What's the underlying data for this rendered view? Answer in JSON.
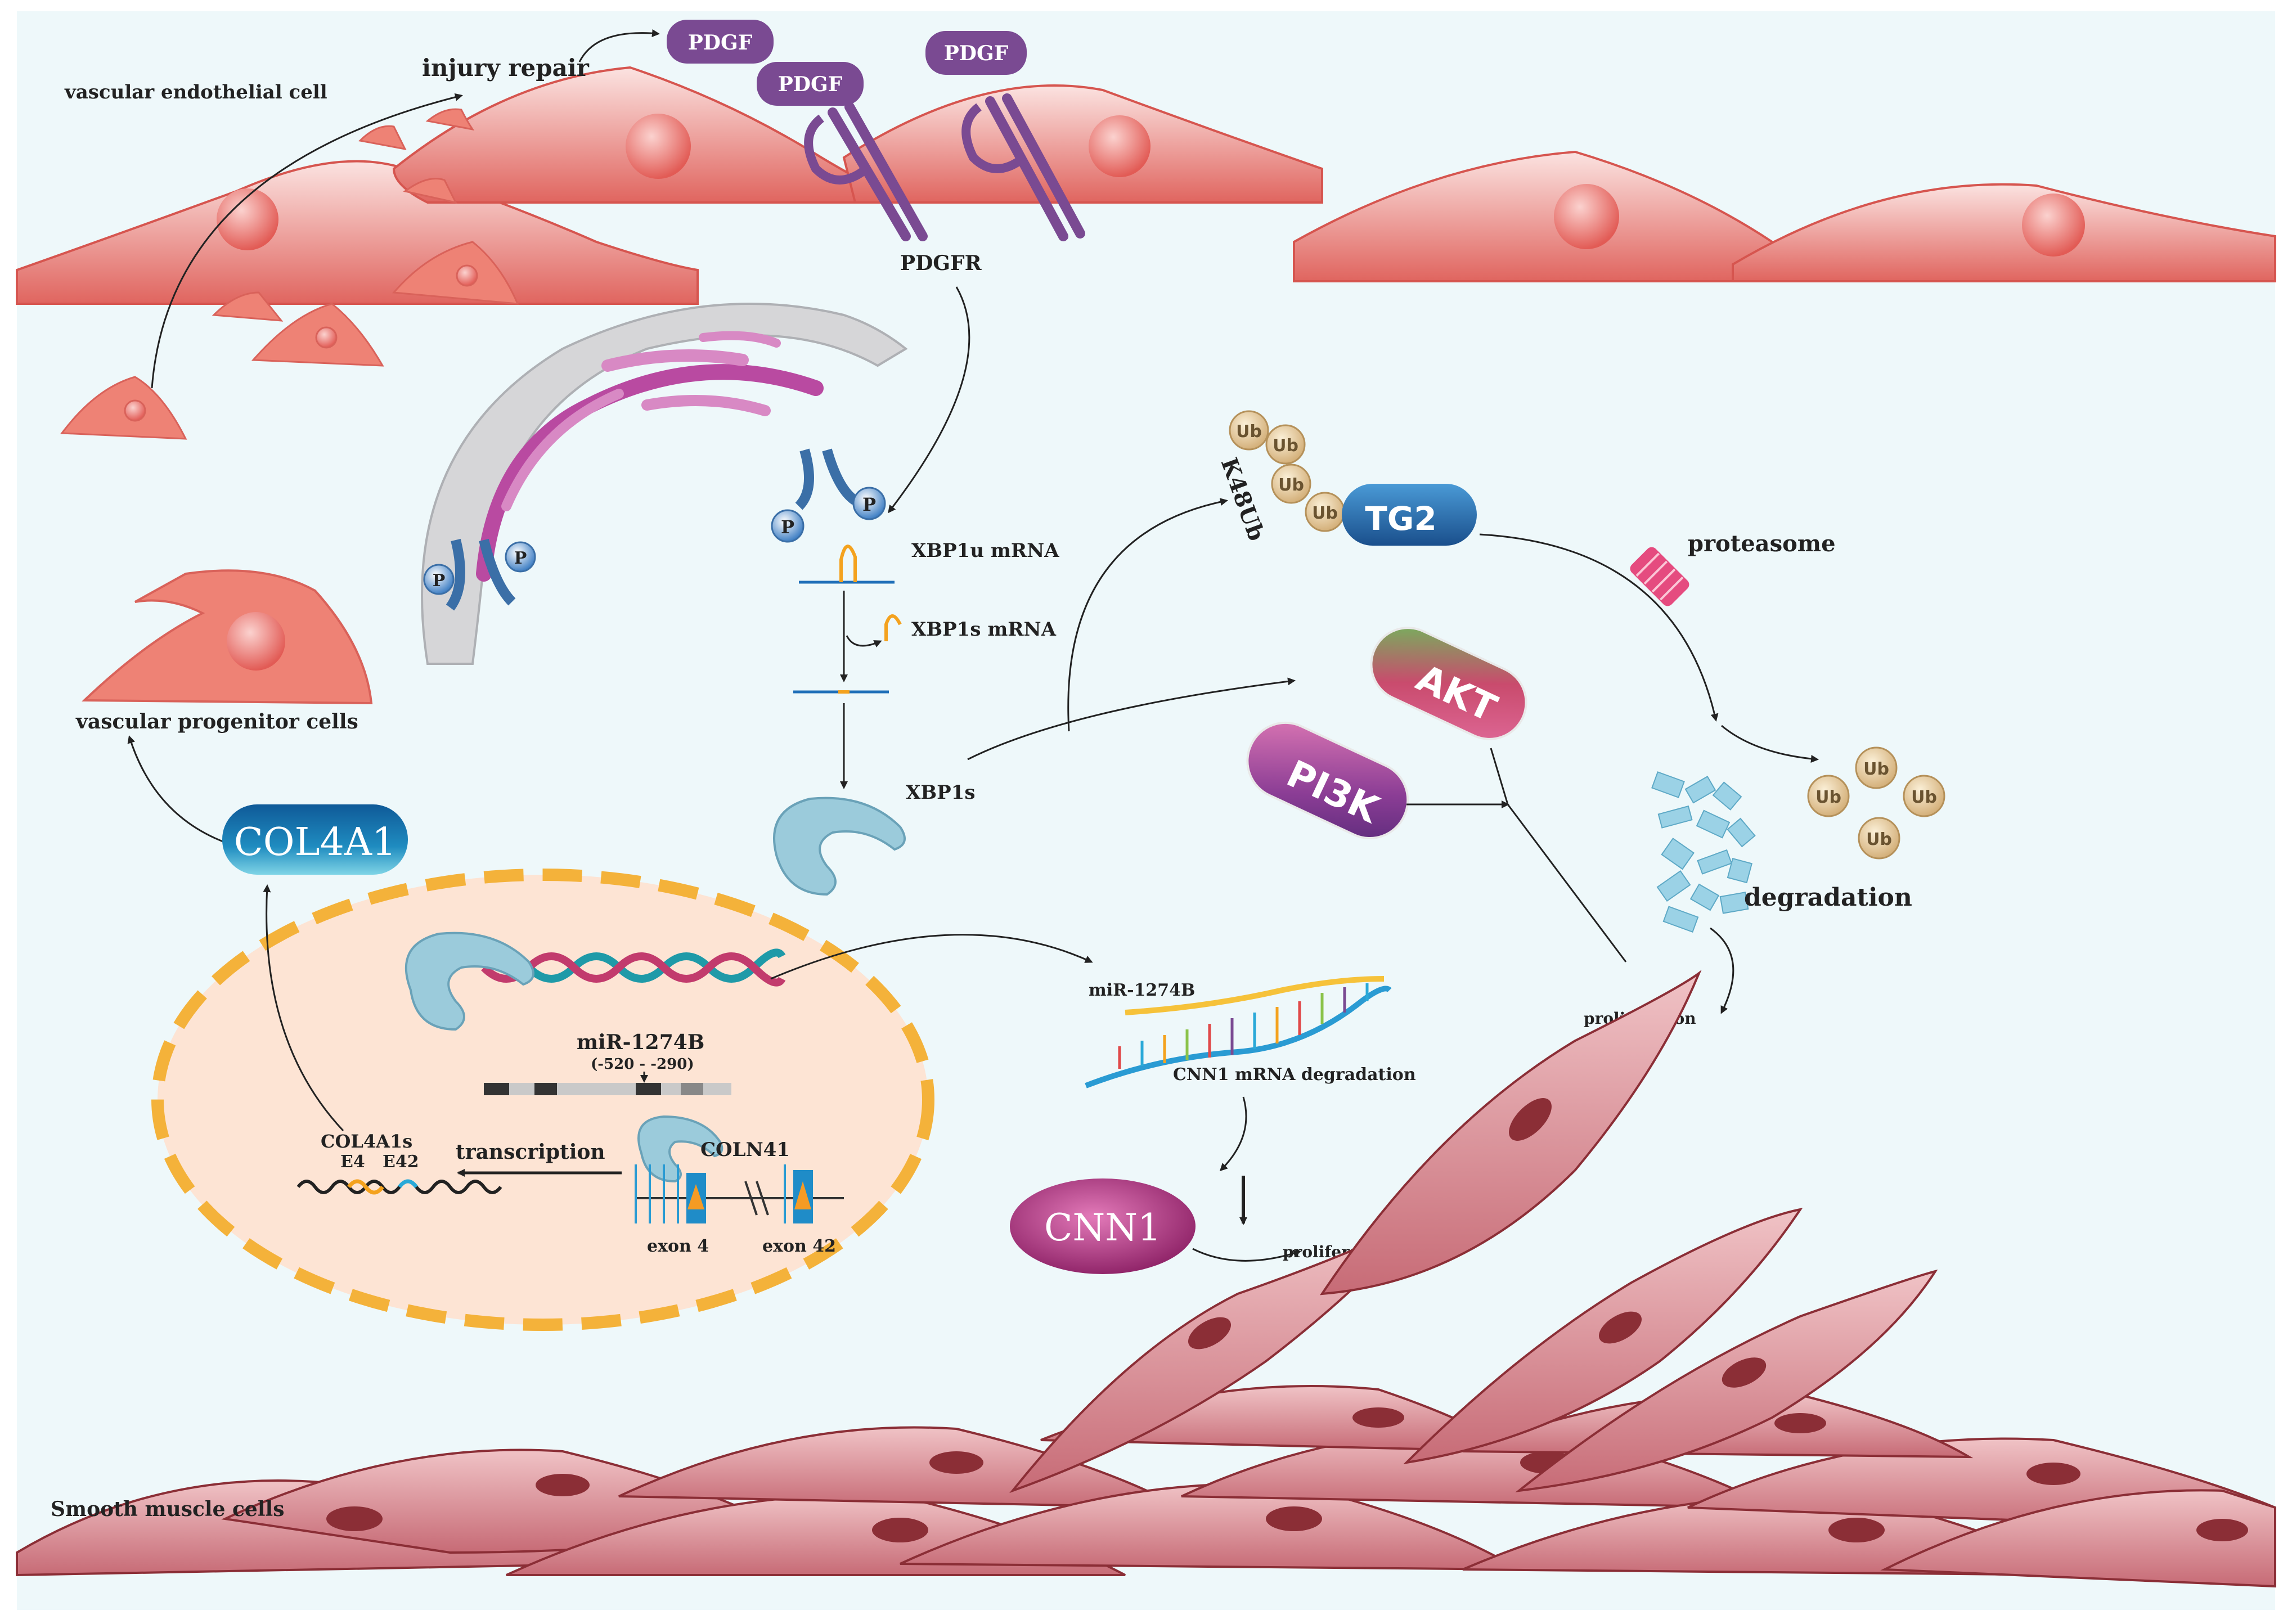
{
  "labels": {
    "vascular_endothelial": "vascular endothelial cell",
    "injury_repair": "injury repair",
    "pdgf": "PDGF",
    "pdgfr": "PDGFR",
    "p": "P",
    "xbp1u": "XBP1u  mRNA",
    "xbp1s_mrna": "XBP1s  mRNA",
    "xbp1s": "XBP1s",
    "ub": "Ub",
    "k48ub": "K48Ub",
    "tg2": "TG2",
    "proteasome": "proteasome",
    "akt": "AKT",
    "pi3k": "PI3K",
    "degradation": "degradation",
    "vascular_progenitor": "vascular progenitor cells",
    "col4a1": "COL4A1",
    "mir1274b": "miR-1274B",
    "mir_range": "(-520 - -290)",
    "mir1274b_small": "miR-1274B",
    "cnn1_degradation": "CNN1  mRNA degradation",
    "cnn1": "CNN1",
    "proliferation": "proliferation",
    "col4a1s": "COL4A1s",
    "e4": "E4",
    "e42": "E42",
    "transcription": "transcription",
    "coln41": "COLN41",
    "exon4": "exon 4",
    "exon42": "exon 42",
    "smooth_muscle": "Smooth muscle cells"
  },
  "colors": {
    "background": "#eef8fa",
    "endothelial_cell": "#f4b6b2",
    "endothelial_nucleus": "#e4736c",
    "progenitor_cell": "#ee8275",
    "smooth_muscle_cell": "#d98b92",
    "smooth_muscle_nucleus": "#8b2e36",
    "pdgf": "#7a4a92",
    "receptor": "#7a4a92",
    "nucleus": "#fde4d4",
    "nucleus_border": "#f4b23a",
    "xbp1s_protein": "#9bcbdb",
    "tg2": "#2166a8",
    "col4a1": "#1b7fb2",
    "akt": "#c93d6a",
    "pi3k": "#8a3d93",
    "cnn1": "#b4347d",
    "ub": "#e8d3a8",
    "proteasome": "#e54b7f"
  }
}
